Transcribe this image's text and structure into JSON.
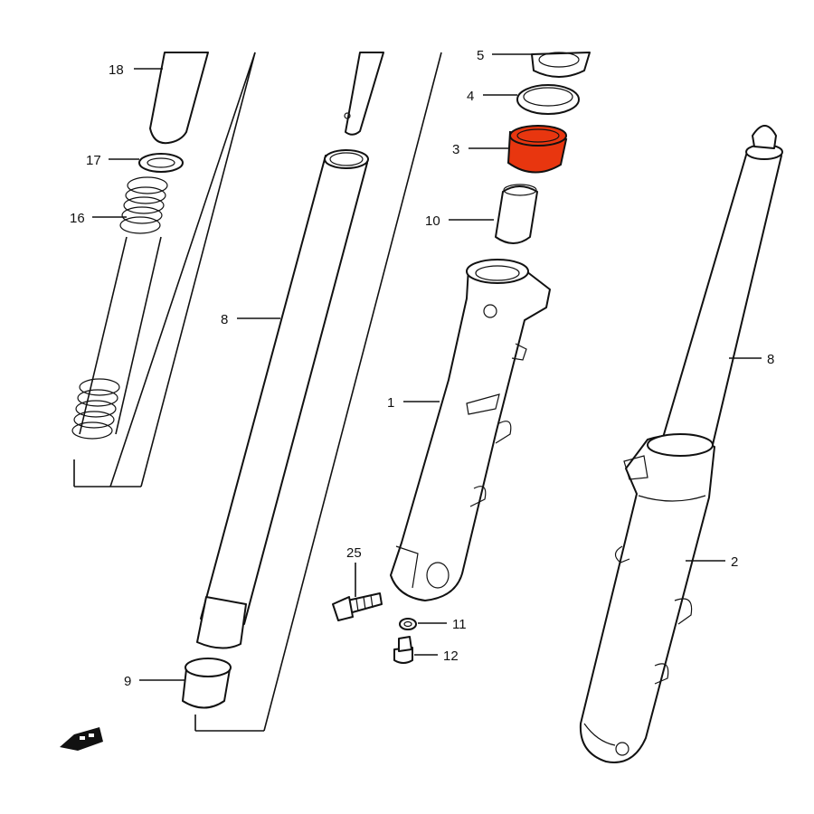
{
  "colors": {
    "highlight": "#e8360f",
    "ink": "#111111",
    "paper": "#ffffff"
  },
  "labels": {
    "p18": "18",
    "p17": "17",
    "p16": "16",
    "p8_left": "8",
    "p9": "9",
    "p5": "5",
    "p4": "4",
    "p3": "3",
    "p10": "10",
    "p1": "1",
    "p25": "25",
    "p11": "11",
    "p12": "12",
    "p8_right": "8",
    "p2": "2"
  },
  "highlighted_part": "3",
  "icons": {
    "front_arrow": "front-arrow-icon"
  }
}
